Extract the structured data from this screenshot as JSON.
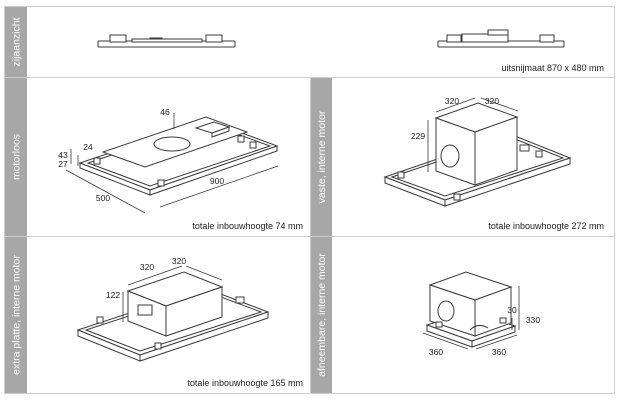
{
  "side_labels": {
    "row1": "zijaanzicht",
    "row2_left": "motorloos",
    "row2_right": "vaste, interne motor",
    "row3_left": "extra platte, interne motor",
    "row3_right": "afneembare, interne motor"
  },
  "captions": {
    "row1_right": "uitsnijmaat 870 x 480 mm",
    "row2_left": "totale inbouwhoogte 74 mm",
    "row2_right": "totale inbouwhoogte 272 mm",
    "row3_left": "totale inbouwhoogte 165 mm"
  },
  "dimensions": {
    "motorloos": {
      "top": "46",
      "d1": "24",
      "d2": "43",
      "d3": "27",
      "width": "500",
      "length": "900"
    },
    "vaste": {
      "w1": "320",
      "w2": "320",
      "h": "229"
    },
    "extra_platte": {
      "w1": "320",
      "w2": "320",
      "h": "122"
    },
    "afneembare": {
      "h1": "30",
      "h2": "330",
      "w1": "360",
      "w2": "360"
    }
  },
  "colors": {
    "label_bg": "#a7a7a7",
    "line": "#3a3a3a",
    "divider": "#cfcfcf",
    "fill": "#ffffff"
  }
}
